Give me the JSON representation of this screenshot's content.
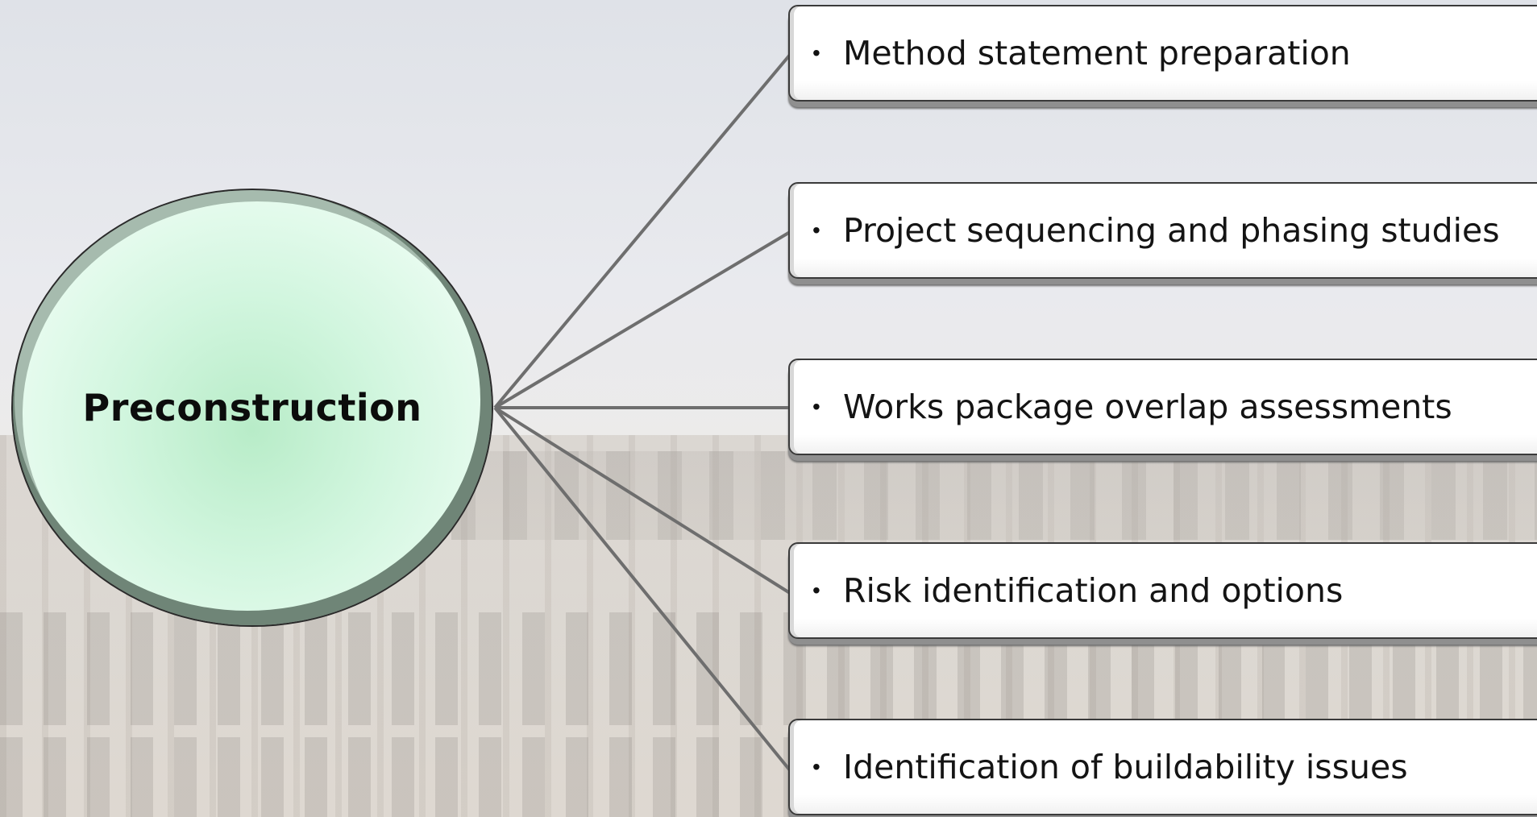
{
  "diagram": {
    "hub_label": "Preconstruction",
    "bullet_glyph": "•",
    "items": [
      {
        "text": "Method statement preparation"
      },
      {
        "text": "Project sequencing and phasing studies"
      },
      {
        "text": "Works package overlap assessments"
      },
      {
        "text": "Risk identification and options"
      },
      {
        "text": "Identification of buildability issues"
      }
    ]
  },
  "colors": {
    "hub_fill": "#d2f6df",
    "connector": "#6e6e6e",
    "box_fill": "#ffffff"
  }
}
